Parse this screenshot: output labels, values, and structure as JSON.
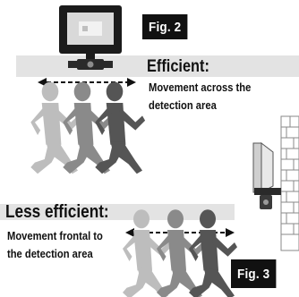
{
  "figures": {
    "fig2_label": "Fig. 2",
    "fig3_label": "Fig. 3"
  },
  "efficient": {
    "heading": "Efficient:",
    "line1": "Movement across the",
    "line2": "detection area"
  },
  "less_efficient": {
    "heading": "Less efficient:",
    "line1": "Movement frontal to",
    "line2": "the detection area"
  },
  "colors": {
    "band": "#e3e3e3",
    "text": "#111111",
    "runner_dark": "#555555",
    "runner_mid": "#8a8a8a",
    "runner_light": "#bdbdbd"
  },
  "icons": [
    "floodlight-icon",
    "runner-icon",
    "double-arrow-icon",
    "brick-wall-icon"
  ]
}
